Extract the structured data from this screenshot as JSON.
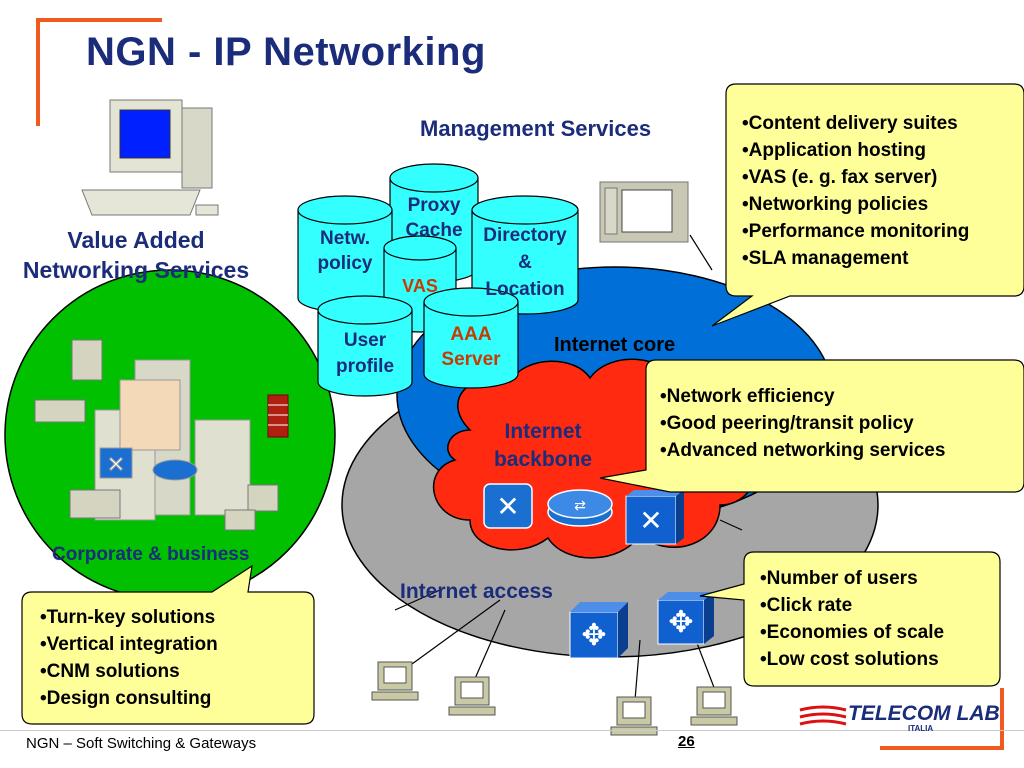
{
  "title": "NGN - IP Networking",
  "management_services": "Management Services",
  "value_added": [
    "Value Added",
    "Networking Services"
  ],
  "cylinders": {
    "proxy": [
      "Proxy",
      "Cache"
    ],
    "netw": [
      "Netw.",
      "policy"
    ],
    "directory": [
      "Directory",
      "&",
      "Location"
    ],
    "vas": "VAS",
    "user_profile": [
      "User",
      "profile"
    ],
    "aaa": [
      "AAA",
      "Server"
    ]
  },
  "internet_core": "Internet core",
  "internet_backbone": [
    "Internet",
    "backbone"
  ],
  "internet_access": "Internet access",
  "corporate": "Corporate & business",
  "callouts": {
    "top_right": [
      "•Content delivery suites",
      "•Application hosting",
      "•VAS (e. g. fax server)",
      "•Networking policies",
      "•Performance monitoring",
      "•SLA management"
    ],
    "middle_right": [
      "•Network efficiency",
      "•Good peering/transit policy",
      "•Advanced networking services"
    ],
    "bottom_right": [
      "•Number of users",
      "•Click rate",
      "•Economies of scale",
      "•Low cost solutions"
    ],
    "bottom_left": [
      "•Turn-key solutions",
      "•Vertical integration",
      "•CNM solutions",
      "•Design consulting"
    ]
  },
  "footer": {
    "left": "NGN – Soft Switching & Gateways",
    "page": "26"
  },
  "logo": {
    "text": "TELECOM LAB",
    "sub": "ITALIA"
  },
  "colors": {
    "title": "#1a2c7a",
    "accent_bracket": "#f05a1e",
    "callout_fill": "#ffff99",
    "core_blue": "#0070d8",
    "backbone_red": "#ff2a10",
    "corporate_green": "#00c000",
    "cylinder_fill": "#33ffff"
  }
}
